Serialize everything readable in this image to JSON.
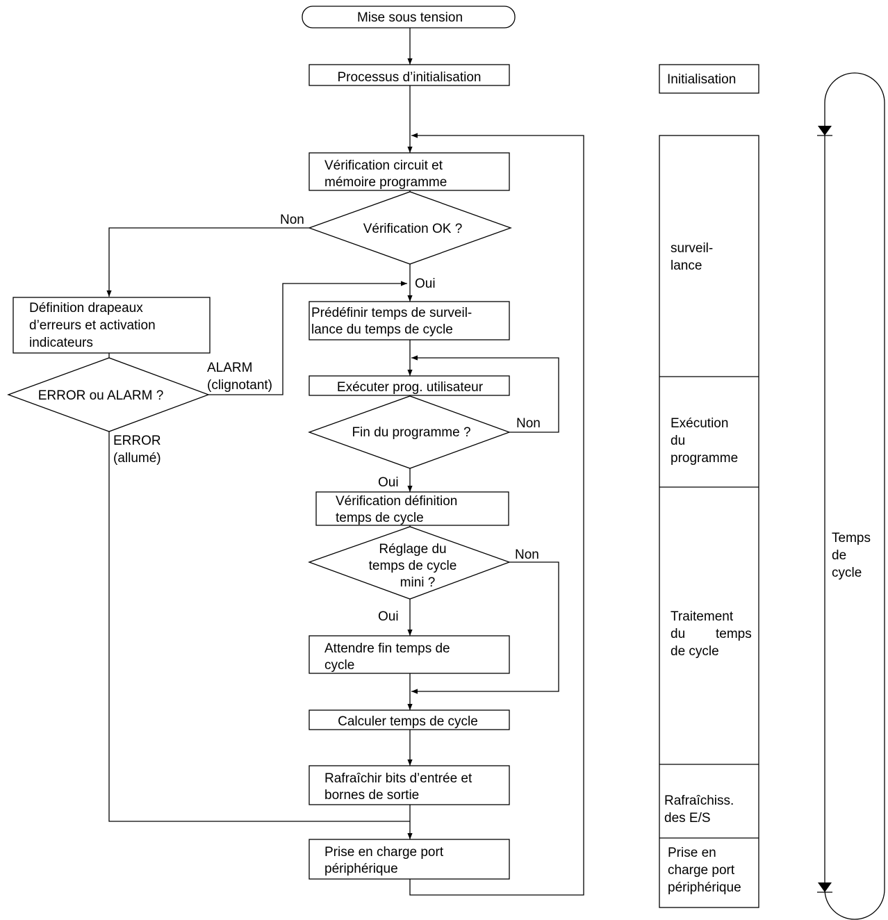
{
  "start": {
    "label": "Mise sous tension"
  },
  "init": {
    "label": "Processus d’initialisation"
  },
  "check_box": {
    "line1": "Vérification circuit et",
    "line2": "mémoire programme"
  },
  "check_ok": {
    "label": "Vérification OK ?",
    "no": "Non",
    "yes": "Oui"
  },
  "error_box": {
    "line1": "Définition drapeaux",
    "line2": "d’erreurs et activation",
    "line3": "indicateurs"
  },
  "error_alarm": {
    "label": "ERROR ou ALARM ?",
    "alarm1": "ALARM",
    "alarm2": "(clignotant)",
    "error1": "ERROR",
    "error2": "(allumé)"
  },
  "preset": {
    "line1": "Prédéfinir temps de surveil-",
    "line2": "lance du temps de cycle"
  },
  "exec": {
    "label": "Exécuter prog. utilisateur"
  },
  "end_prog": {
    "label": "Fin du programme ?",
    "no": "Non",
    "yes": "Oui"
  },
  "verif_cycle": {
    "line1": "Vérification définition",
    "line2": "temps de cycle"
  },
  "min_cycle": {
    "line1": "Réglage du",
    "line2": "temps de cycle",
    "line3": "mini ?",
    "no": "Non",
    "yes": "Oui"
  },
  "wait": {
    "line1": "Attendre fin temps de",
    "line2": "cycle"
  },
  "calc": {
    "label": "Calculer temps de cycle"
  },
  "refresh": {
    "line1": "Rafraîchir bits d’entrée et",
    "line2": "bornes de sortie"
  },
  "periph": {
    "line1": "Prise en charge port",
    "line2": "périphérique"
  },
  "side": {
    "init": "Initialisation",
    "surv1": "surveil-",
    "surv2": "lance",
    "exec1": "Exécution",
    "exec2": "du",
    "exec3": "programme",
    "trait1": "Traitement",
    "trait2a": "du",
    "trait2b": "temps",
    "trait3": "de cycle",
    "rafr1": "Rafraîchiss.",
    "rafr2": "des E/S",
    "prise1": "Prise en",
    "prise2": "charge port",
    "prise3": "périphérique"
  },
  "cycle": {
    "line1": "Temps",
    "line2": "de",
    "line3": "cycle"
  }
}
